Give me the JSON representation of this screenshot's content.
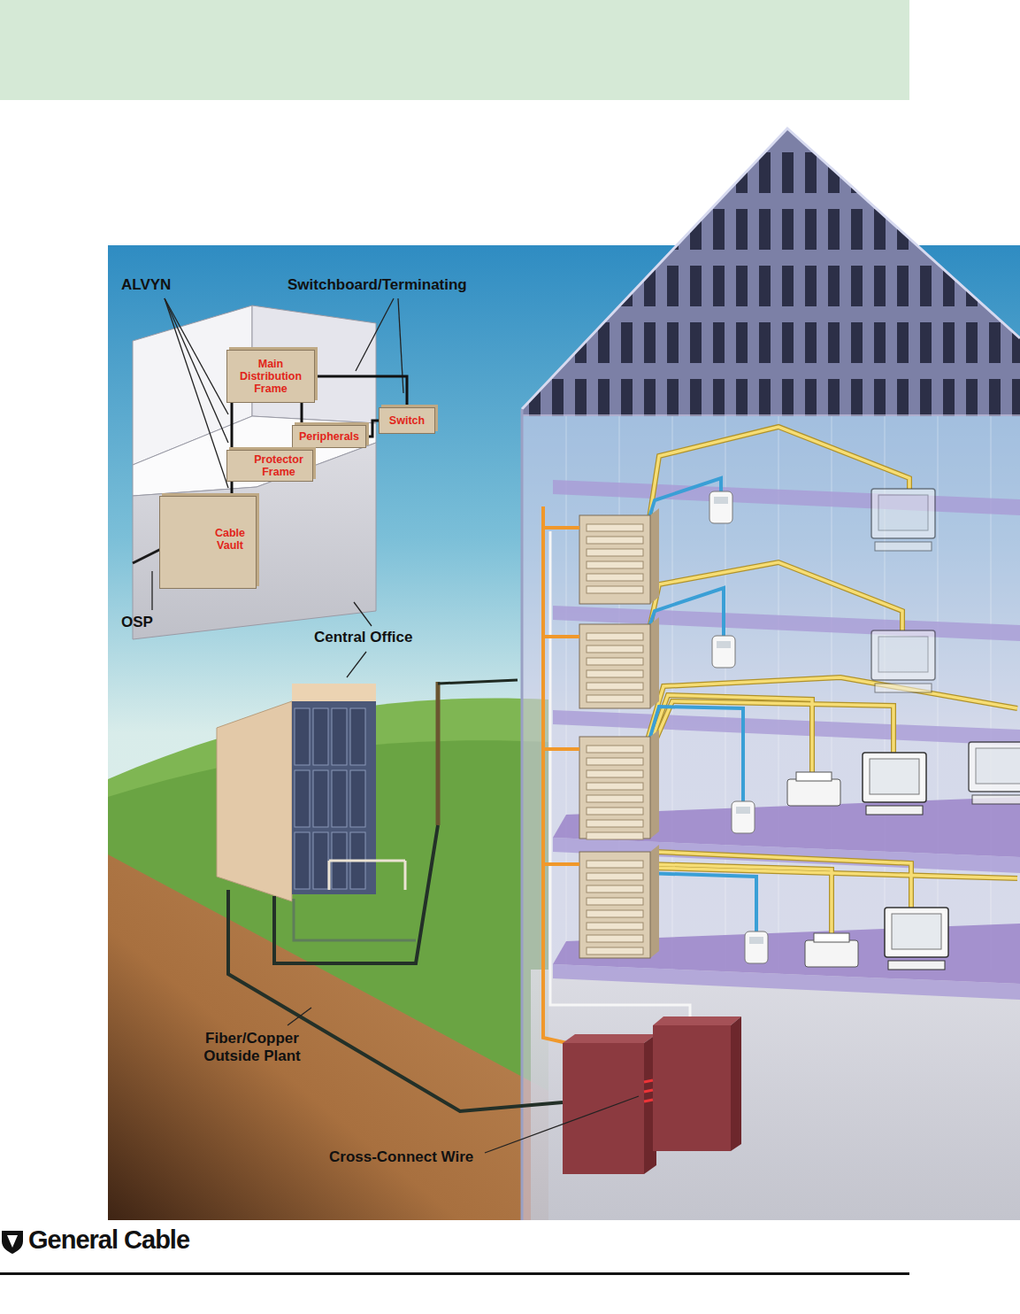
{
  "diagram": {
    "nodes": [
      {
        "text": [
          "Main Distribution Frame"
        ]
      },
      {
        "text": [
          "Switch"
        ]
      },
      {
        "text": [
          "Peripherals"
        ]
      },
      {
        "text": [
          "Protector Frame"
        ]
      },
      {
        "text": [
          "Cable Vault"
        ]
      }
    ],
    "edges": [
      {
        "from": 4,
        "to": 3,
        "arrow": "none"
      },
      {
        "from": 3,
        "to": 0,
        "arrow": "none"
      },
      {
        "from": 0,
        "to": 1,
        "arrow": "none"
      },
      {
        "from": 0,
        "to": 2,
        "arrow": "none"
      },
      {
        "from": 2,
        "to": 1,
        "arrow": "none"
      }
    ],
    "labels": [
      "ALVYN",
      "Switchboard/Terminating",
      "OSP",
      "Central Office",
      "Fiber/Copper Outside Plant",
      "Cross-Connect Wire",
      "General Cable"
    ]
  }
}
